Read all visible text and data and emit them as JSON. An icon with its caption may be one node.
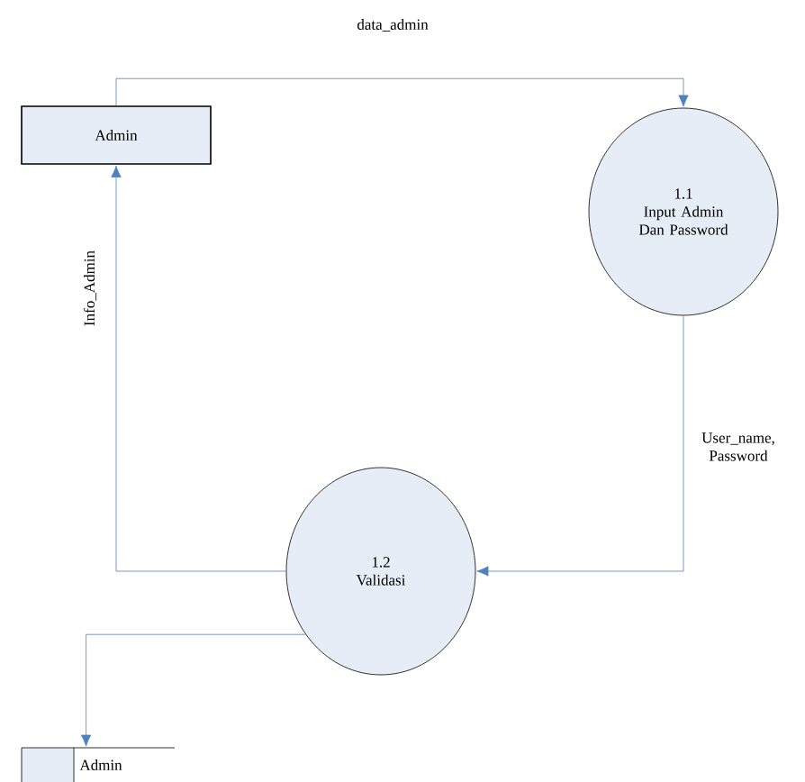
{
  "diagram": {
    "nodes": [
      {
        "text": [
          "Admin"
        ]
      },
      {
        "text": [
          "1.1",
          "Input Admin Dan Password"
        ]
      },
      {
        "text": [
          "1.2",
          "Validasi"
        ]
      },
      {
        "text": [
          "Admin"
        ]
      }
    ],
    "edges": [
      {
        "from": 0,
        "to": 1,
        "arrow": "to",
        "label": "data_admin"
      },
      {
        "from": 1,
        "to": 2,
        "arrow": "to",
        "label": "User_name, Password"
      },
      {
        "from": 2,
        "to": 0,
        "arrow": "to",
        "label": "Info_Admin"
      },
      {
        "from": 2,
        "to": 3,
        "arrow": "to"
      }
    ]
  }
}
